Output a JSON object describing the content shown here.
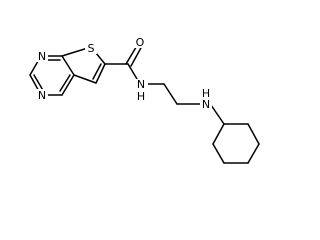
{
  "molecule": {
    "atoms": {
      "n_pyr1": "N",
      "n_pyr2": "N",
      "s_thio": "S",
      "o_carbonyl": "O",
      "n_amide": "N",
      "h_amide": "H",
      "n_amine": "N",
      "h_amine": "H"
    }
  }
}
